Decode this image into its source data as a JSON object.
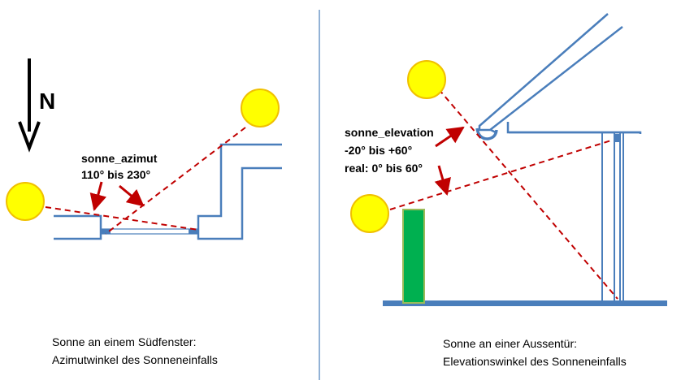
{
  "north_label": "N",
  "left": {
    "annotation": {
      "line1": "sonne_azimut",
      "line2": "110° bis 230°"
    },
    "caption": {
      "line1": "Sonne an einem Südfenster:",
      "line2": "Azimutwinkel des Sonneneinfalls"
    }
  },
  "right": {
    "annotation": {
      "line1": "sonne_elevation",
      "line2": "-20° bis +60°",
      "line3": "real: 0° bis 60°"
    },
    "caption": {
      "line1": "Sonne an einer Aussentür:",
      "line2": "Elevationswinkel des Sonneneinfalls"
    }
  },
  "colors": {
    "sun_fill": "#FFFF00",
    "sun_stroke": "#F0C000",
    "wall": "#4A7EBB",
    "ray": "#C00000",
    "divider": "#4A7EBB",
    "person_fill": "#00B050",
    "person_stroke": "#9BBB59"
  }
}
